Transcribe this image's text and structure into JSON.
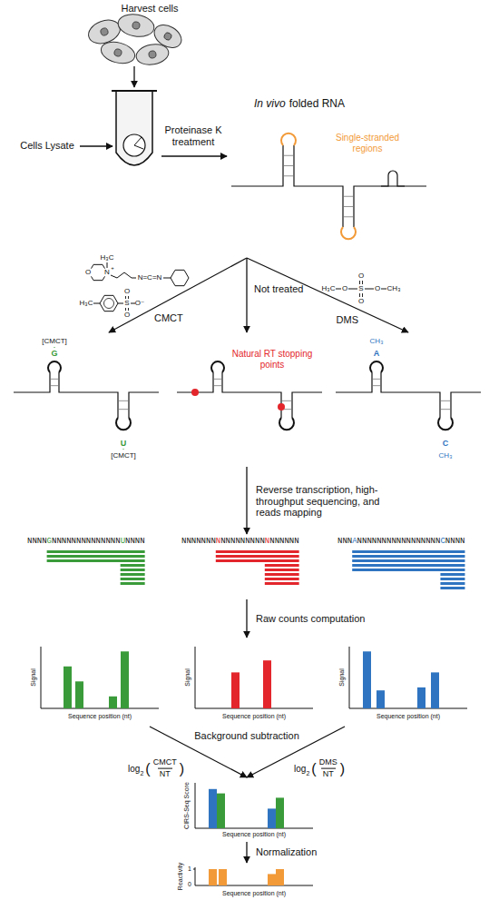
{
  "diagram": {
    "labels": [
      "Harvest cells",
      "Cells Lysate",
      "Proteinase K treatment",
      "In vivo",
      "folded RNA",
      "Single-stranded regions",
      "CMCT",
      "Not treated",
      "DMS",
      "H₃C",
      "N",
      "+",
      "O",
      "N=C=N",
      "H₃C",
      "S",
      "O",
      "O",
      "O⁻",
      "H₃C",
      "O",
      "S",
      "O",
      "CH₃",
      "O",
      "O",
      "[CMCT]",
      "G",
      "U",
      "[CMCT]",
      "Natural RT stopping points",
      "CH₃",
      "A",
      "C",
      "CH₃",
      "Reverse transcription, high-throughput sequencing, and reads mapping",
      "NNNN",
      "G",
      "NNNNNNNNNNNNNN",
      "U",
      "NNNN",
      "NNNNNNN",
      "N",
      "NNNNNNNNN",
      "N",
      "NNNNNN",
      "NNN",
      "A",
      "NNNNNNNNNNNNNNNNN",
      "C",
      "NNNN",
      "Raw counts computation",
      "Signal",
      "Sequence position (nt)",
      "Signal",
      "Sequence position (nt)",
      "Signal",
      "Sequence position (nt)",
      "Background subtraction",
      "log",
      "2",
      "(",
      "CMCT",
      "NT",
      ")",
      "log",
      "2",
      "(",
      "DMS",
      "NT",
      ")",
      "CIRS-Seq Score",
      "Sequence position (nt)",
      "Normalization",
      "Reactivity",
      "1",
      "0",
      "Sequence position (nt)"
    ]
  }
}
